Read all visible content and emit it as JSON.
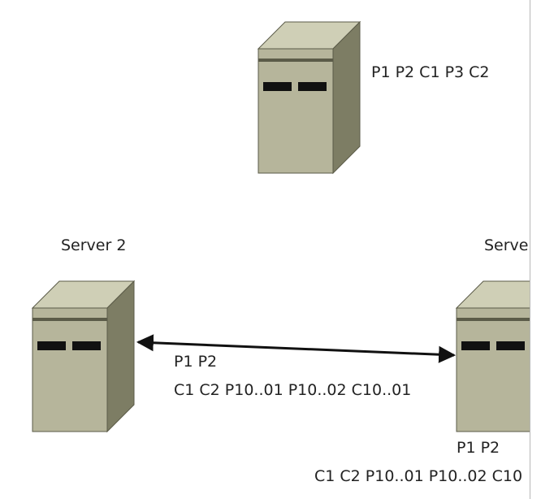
{
  "colors": {
    "server_front": "#b6b59b",
    "server_top": "#cfcfb6",
    "server_side": "#7d7d64",
    "server_outline": "#5b5b48",
    "drive_slot": "#111111",
    "link_line": "#111111"
  },
  "servers": {
    "top": {
      "icon": "server-tower-icon",
      "data_label": "P1 P2 C1 P3 C2"
    },
    "left": {
      "icon": "server-tower-icon",
      "name": "Server 2"
    },
    "right": {
      "icon": "server-tower-icon",
      "name": "Serve",
      "data_line1": "P1 P2",
      "data_line2": "C1 C2 P10..01 P10..02 C10"
    }
  },
  "link": {
    "icon": "double-arrow-icon",
    "line1": "P1 P2",
    "line2": "C1 C2 P10..01 P10..02 C10..01"
  }
}
